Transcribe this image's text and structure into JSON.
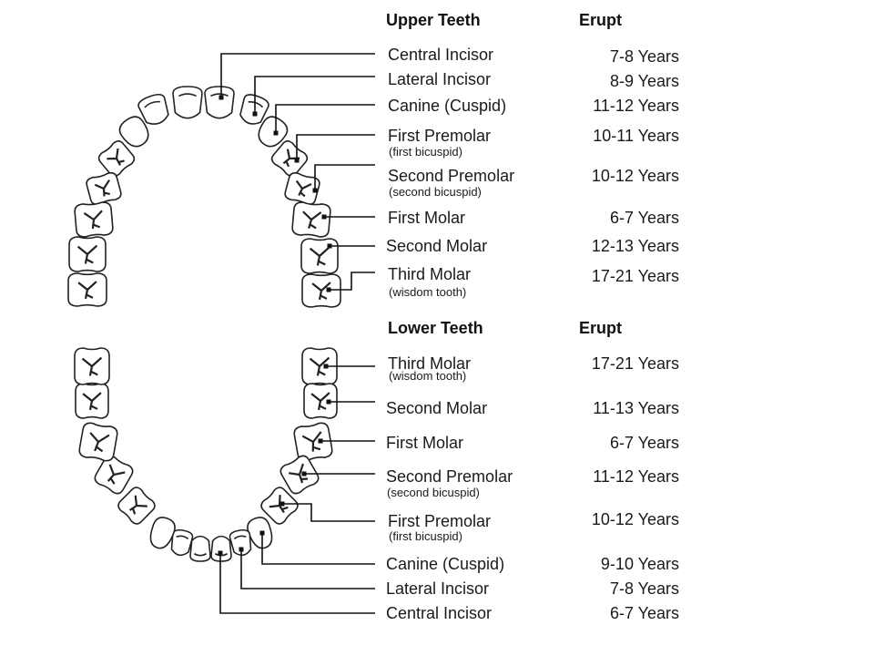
{
  "upper": {
    "heading": "Upper Teeth",
    "erupt_heading": "Erupt",
    "teeth": [
      {
        "name": "Central Incisor",
        "sub": "",
        "erupt": "7-8 Years"
      },
      {
        "name": "Lateral Incisor",
        "sub": "",
        "erupt": "8-9 Years"
      },
      {
        "name": "Canine (Cuspid)",
        "sub": "",
        "erupt": "11-12 Years"
      },
      {
        "name": "First Premolar",
        "sub": "(first bicuspid)",
        "erupt": "10-11 Years"
      },
      {
        "name": "Second Premolar",
        "sub": "(second bicuspid)",
        "erupt": "10-12 Years"
      },
      {
        "name": "First Molar",
        "sub": "",
        "erupt": "6-7 Years"
      },
      {
        "name": "Second Molar",
        "sub": "",
        "erupt": "12-13 Years"
      },
      {
        "name": "Third Molar",
        "sub": "(wisdom tooth)",
        "erupt": "17-21 Years"
      }
    ]
  },
  "lower": {
    "heading": "Lower Teeth",
    "erupt_heading": "Erupt",
    "teeth": [
      {
        "name": "Third Molar",
        "sub": "(wisdom tooth)",
        "erupt": "17-21 Years"
      },
      {
        "name": "Second Molar",
        "sub": "",
        "erupt": "11-13 Years"
      },
      {
        "name": "First Molar",
        "sub": "",
        "erupt": "6-7 Years"
      },
      {
        "name": "Second Premolar",
        "sub": "(second bicuspid)",
        "erupt": "11-12 Years"
      },
      {
        "name": "First Premolar",
        "sub": "(first bicuspid)",
        "erupt": "10-12 Years"
      },
      {
        "name": "Canine (Cuspid)",
        "sub": "",
        "erupt": "9-10 Years"
      },
      {
        "name": "Lateral Incisor",
        "sub": "",
        "erupt": "7-8 Years"
      },
      {
        "name": "Central Incisor",
        "sub": "",
        "erupt": "6-7 Years"
      }
    ]
  }
}
